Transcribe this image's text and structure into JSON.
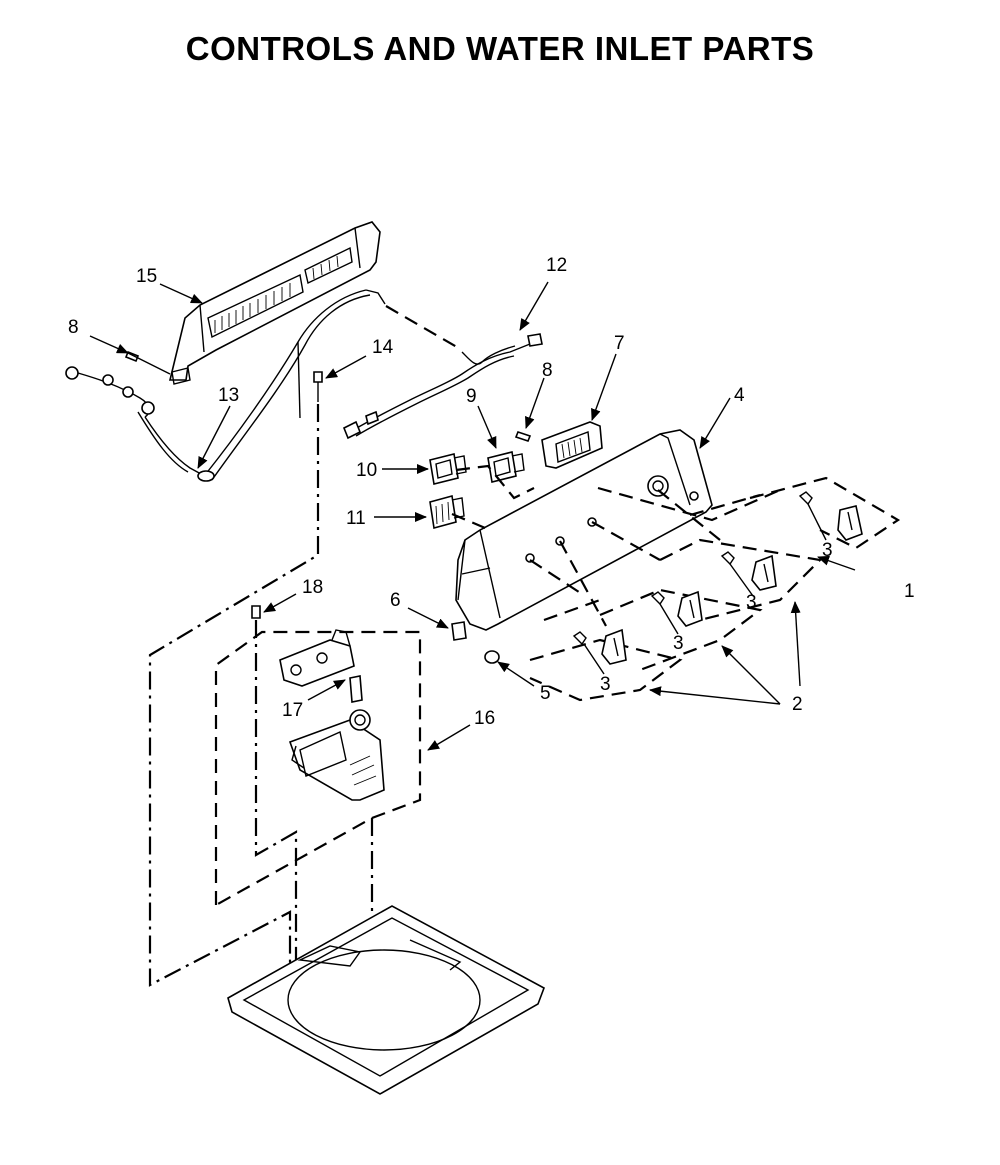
{
  "title": "CONTROLS AND WATER INLET PARTS",
  "callouts": {
    "c1": "1",
    "c2a": "2",
    "c3a": "3",
    "c3b": "3",
    "c3c": "3",
    "c3d": "3",
    "c4": "4",
    "c5": "5",
    "c6": "6",
    "c7": "7",
    "c8a": "8",
    "c8b": "8",
    "c9": "9",
    "c10": "10",
    "c11": "11",
    "c12": "12",
    "c13": "13",
    "c14": "14",
    "c15": "15",
    "c16": "16",
    "c17": "17",
    "c18": "18"
  }
}
